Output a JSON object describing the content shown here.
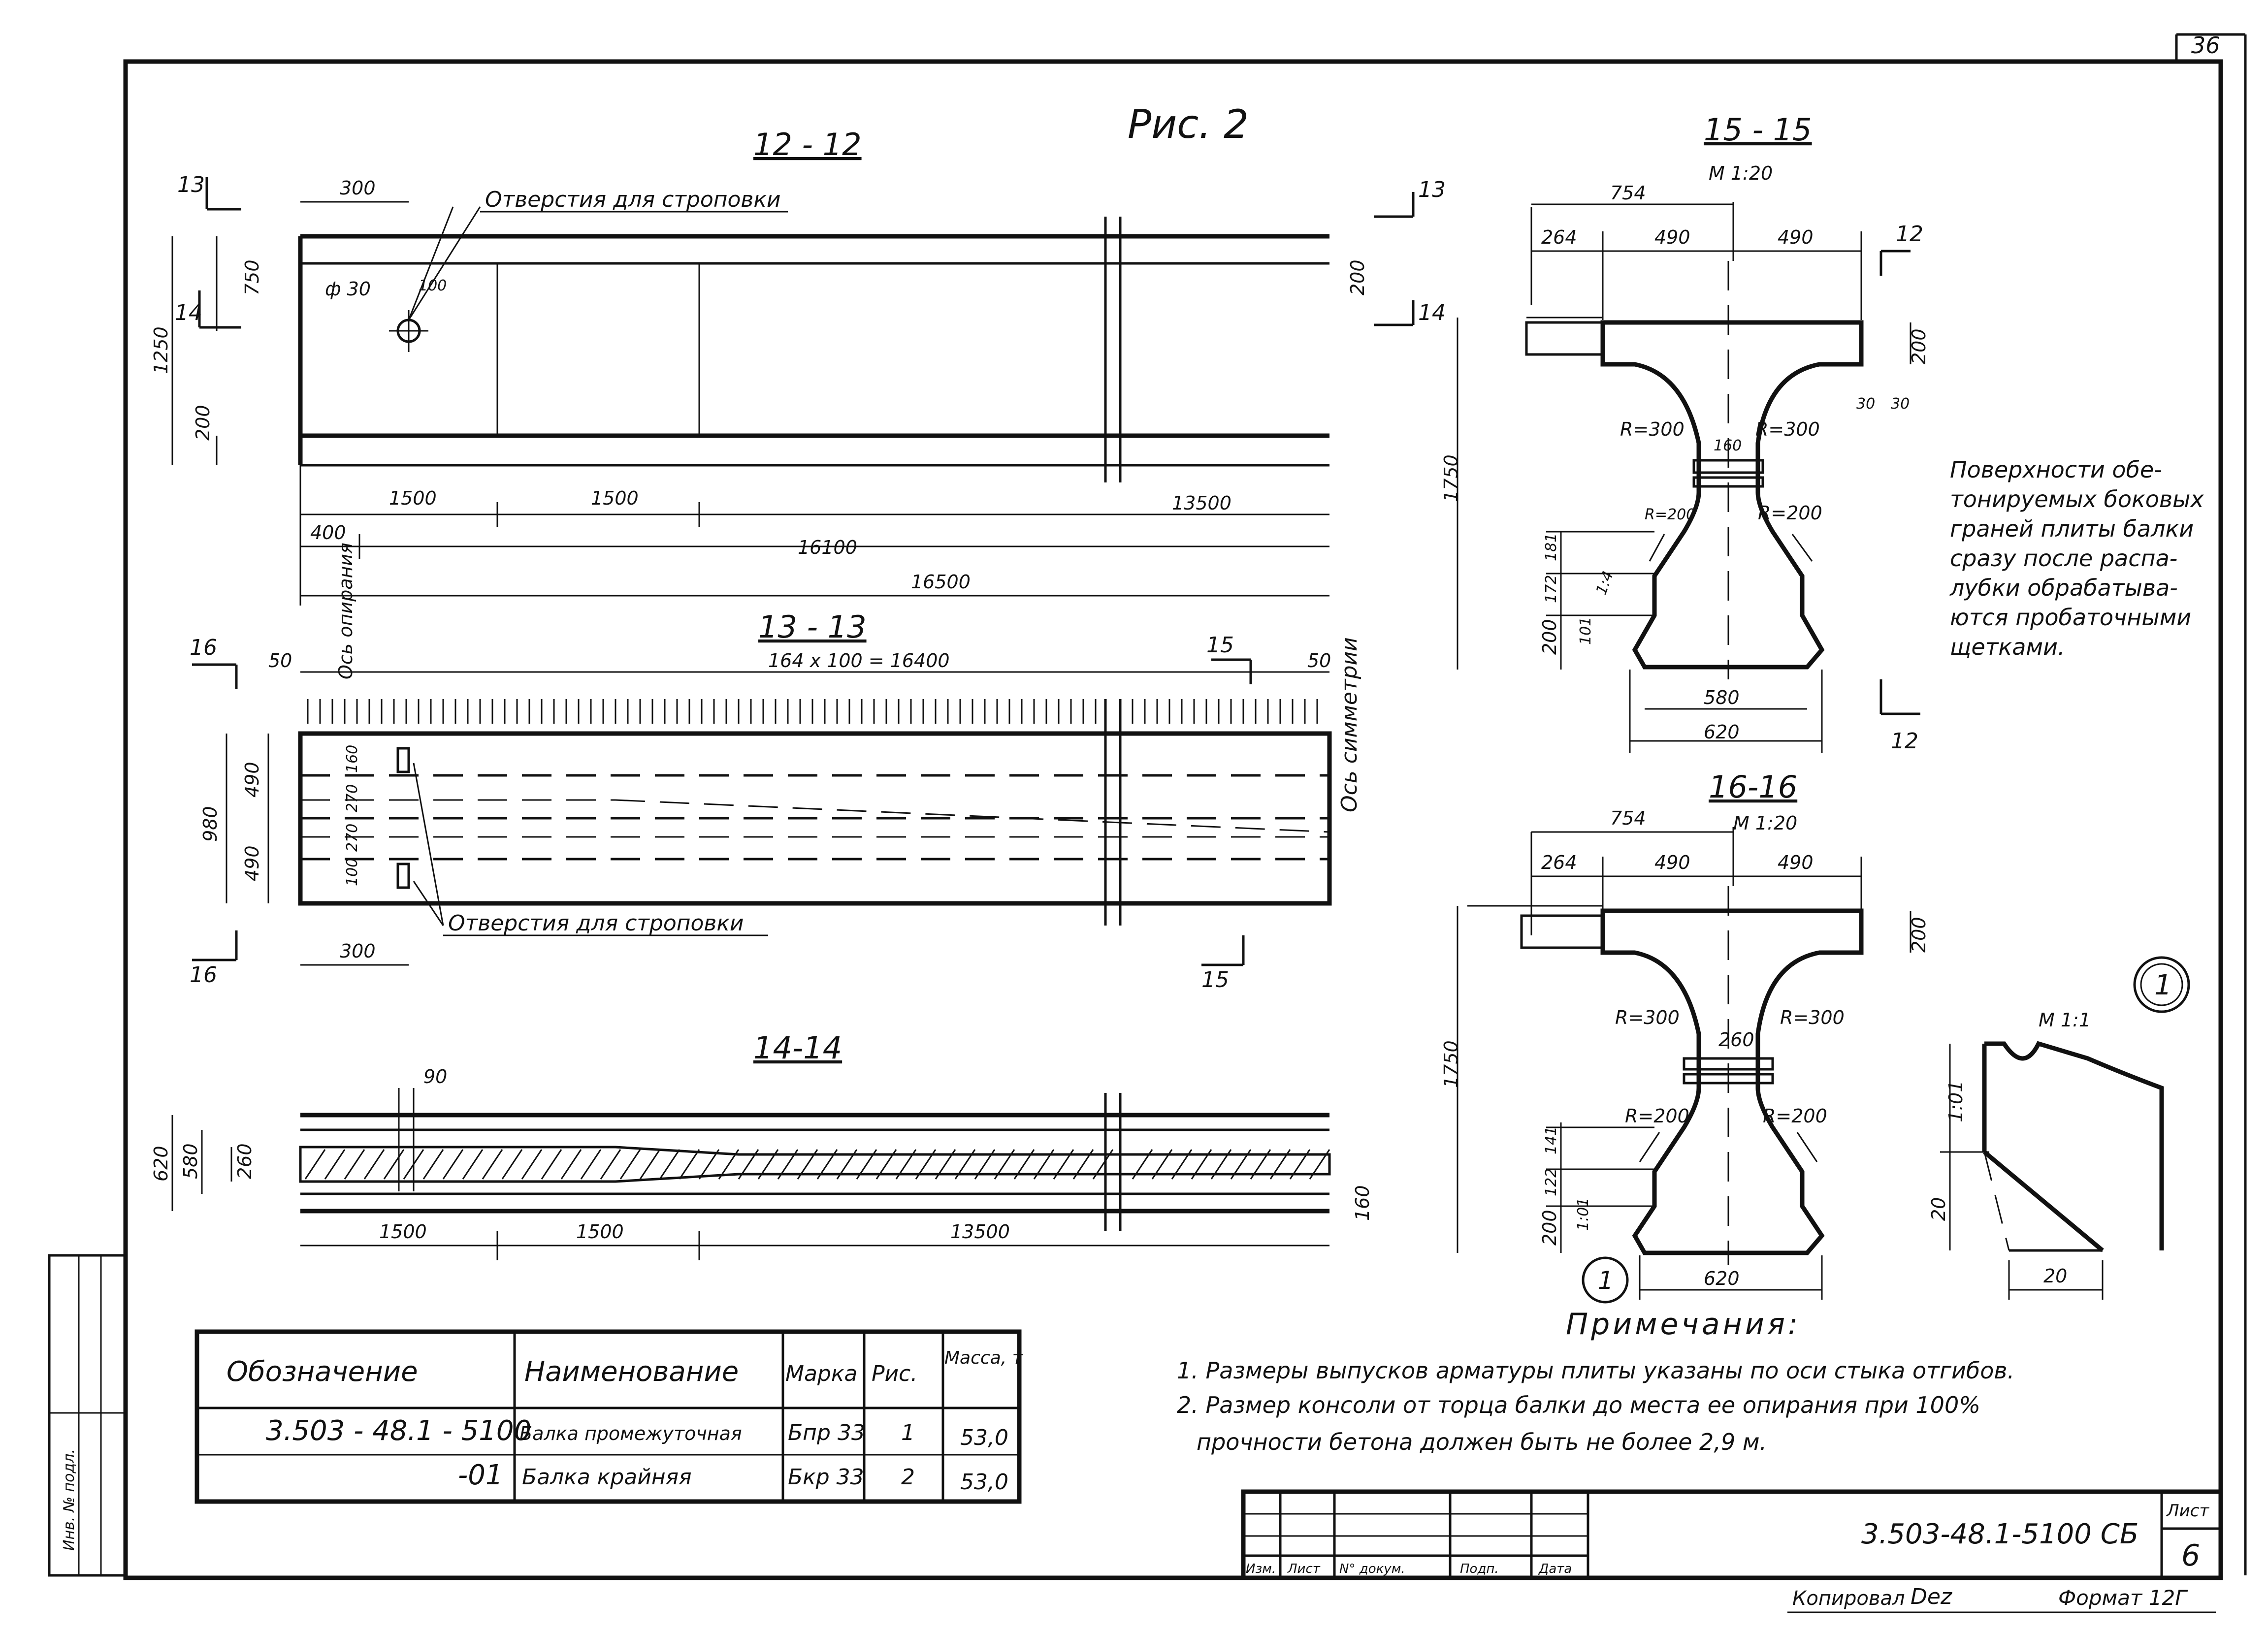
{
  "sheet_no": "36",
  "figure_title": "Рис. 2",
  "section_12": {
    "title": "12 - 12",
    "note": "Отверстия для строповки",
    "dims": {
      "d300": "300",
      "d750": "750",
      "d1250": "1250",
      "d200a": "200",
      "d200b": "200",
      "phi": "ф 30",
      "d100": "100",
      "d14": "14",
      "d13a": "13",
      "d13b": "13",
      "d14b": "14"
    },
    "bottom": {
      "a": "1500",
      "b": "1500",
      "c": "13500",
      "d": "400",
      "e": "16100",
      "f": "16500"
    },
    "axis_support": "Ось опирания"
  },
  "section_13": {
    "title": "13 - 13",
    "spacing": "164 x 100 = 16400",
    "d50a": "50",
    "d50b": "50",
    "d16": "16",
    "d15": "15",
    "d490a": "490",
    "d490b": "490",
    "d980": "980",
    "small": {
      "a": "160",
      "b": "270",
      "c": "270",
      "d": "100"
    },
    "d300": "300",
    "note": "Отверстия для строповки",
    "axis_symmetry": "Ось симметрии"
  },
  "section_14": {
    "title": "14-14",
    "d90": "90",
    "d620": "620",
    "d580": "580",
    "d260": "260",
    "d160": "160",
    "bottom": {
      "a": "1500",
      "b": "1500",
      "c": "13500"
    }
  },
  "section_15": {
    "title": "15 - 15",
    "scale": "М 1:20",
    "d754": "754",
    "d264": "264",
    "d490a": "490",
    "d490b": "490",
    "d12a": "12",
    "d12b": "12",
    "d200": "200",
    "d1750": "1750",
    "d30a": "30",
    "d30b": "30",
    "r300a": "R=300",
    "r300b": "R=300",
    "d160": "160",
    "r200a": "R=200",
    "r200b": "R=200",
    "d181": "181",
    "d172": "172",
    "d200b": "200",
    "d101": "101",
    "ratio": "1:4",
    "d580": "580",
    "d620": "620"
  },
  "surface_note": [
    "Поверхности обе-",
    "тонируемых боковых",
    "граней плиты балки",
    "сразу после распа-",
    "лубки обрабатыва-",
    "ются пробаточными",
    "щетками."
  ],
  "section_16": {
    "title": "16-16",
    "scale": "М 1:20",
    "d754": "754",
    "d264": "264",
    "d490a": "490",
    "d490b": "490",
    "d200": "200",
    "d1750": "1750",
    "r300a": "R=300",
    "r300b": "R=300",
    "d260": "260",
    "r200a": "R=200",
    "r200b": "R=200",
    "d141": "141",
    "d122": "122",
    "d200b": "200",
    "d101": "1:01",
    "d620": "620",
    "callout": "1"
  },
  "detail_1": {
    "callout": "1",
    "scale": "М 1:1",
    "ratio": "1:01",
    "d20a": "20",
    "d20b": "20"
  },
  "notes": {
    "heading": "Примечания:",
    "items": [
      "1. Размеры выпусков арматуры плиты указаны по оси стыка отгибов.",
      "2. Размер консоли от торца балки до места ее опирания при 100%",
      "прочности бетона должен быть не более 2,9 м."
    ]
  },
  "spec_table": {
    "headers": [
      "Обозначение",
      "Наименование",
      "Марка",
      "Рис.",
      "Масса, т"
    ],
    "rows": [
      [
        "3.503 - 48.1 - 5100",
        "Балка промежуточная",
        "Бпр 33",
        "1",
        "53,0"
      ],
      [
        "-01",
        "Балка крайняя",
        "Бкр 33",
        "2",
        "53,0"
      ]
    ]
  },
  "title_block": {
    "code": "3.503-48.1-5100 СБ",
    "sheet_label": "Лист",
    "sheet_value": "6",
    "cols": [
      "Изм.",
      "Лист",
      "N° докум.",
      "Подп.",
      "Дата"
    ]
  },
  "footer": {
    "copied": "Копировал",
    "signature": "Dez",
    "format": "Формат 12Г"
  },
  "side_stamp": "Инв. № подл."
}
